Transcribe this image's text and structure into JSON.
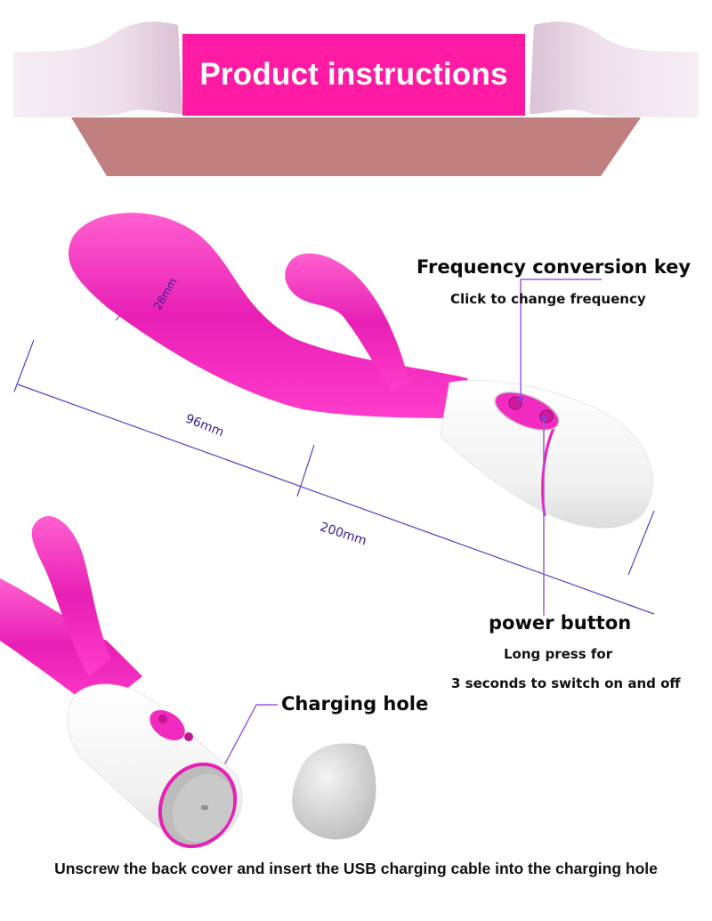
{
  "banner": {
    "title": "Product instructions",
    "colors": {
      "ribbon": "#ff1aa3",
      "shadow": "#c08080",
      "curl": "#f3e6f0"
    }
  },
  "dimensions": {
    "width_label": "28mm",
    "insertable_label": "96mm",
    "total_length_label": "200mm",
    "line_color": "#5b3ec2"
  },
  "callouts": {
    "frequency_key": {
      "title": "Frequency conversion key",
      "description": "Click to change frequency"
    },
    "power_button": {
      "title": "power button",
      "description_line1": "Long press for",
      "description_line2": "3 seconds to switch on and off"
    },
    "charging_hole": {
      "title": "Charging hole"
    },
    "leader_color": "#9a5ce0"
  },
  "footer": {
    "instruction": "Unscrew the back cover and insert the USB charging cable into the charging hole"
  },
  "colors": {
    "product_primary": "#f22bc0",
    "product_secondary": "#ffffff",
    "cap": "#d9d9d9"
  }
}
